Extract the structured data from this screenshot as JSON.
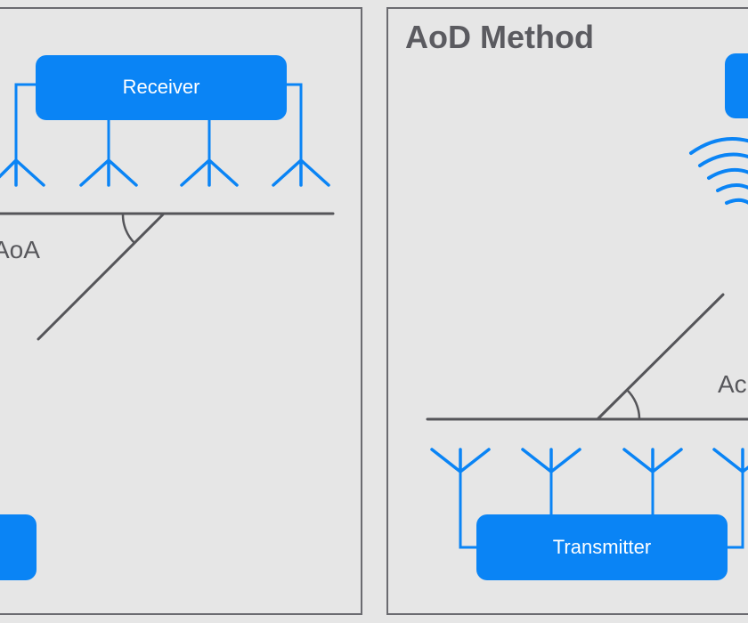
{
  "aoa_panel": {
    "receiver_label": "Receiver",
    "angle_label": "AoA"
  },
  "aod_panel": {
    "title": "AoD Method",
    "transmitter_label": "Transmitter",
    "angle_label": "Ac"
  },
  "colors": {
    "background": "#e6e6e6",
    "frame": "#6b6b70",
    "accent_blue": "#0a84f5",
    "line_gray": "#555559",
    "label_gray": "#58585c"
  },
  "icons": {
    "antenna": "antenna-icon",
    "signal": "signal-waves-icon"
  }
}
